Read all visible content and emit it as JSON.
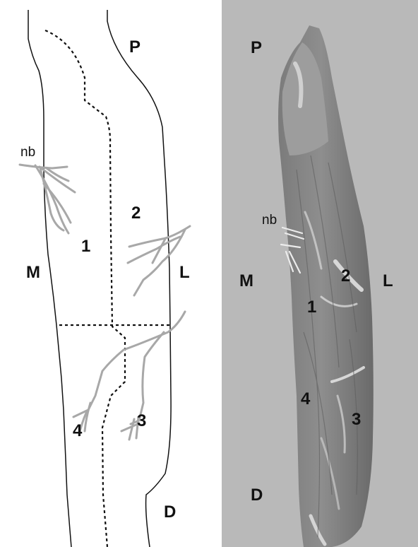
{
  "left_panel": {
    "labels": {
      "proximal": "P",
      "distal": "D",
      "medial": "M",
      "lateral": "L",
      "nerve_branch": "nb",
      "region_1": "1",
      "region_2": "2",
      "region_3": "3",
      "region_4": "4"
    }
  },
  "right_panel": {
    "labels": {
      "proximal": "P",
      "distal": "D",
      "medial": "M",
      "lateral": "L",
      "nerve_branch": "nb",
      "region_1": "1",
      "region_2": "2",
      "region_3": "3",
      "region_4": "4"
    }
  },
  "colors": {
    "outline": "#111111",
    "nerve": "#a8a8a8",
    "photo_background": "#b9b9b9",
    "muscle_dark": "#6f6f6f",
    "muscle_light": "#9a9a9a",
    "fascia": "#e6e6e6"
  }
}
